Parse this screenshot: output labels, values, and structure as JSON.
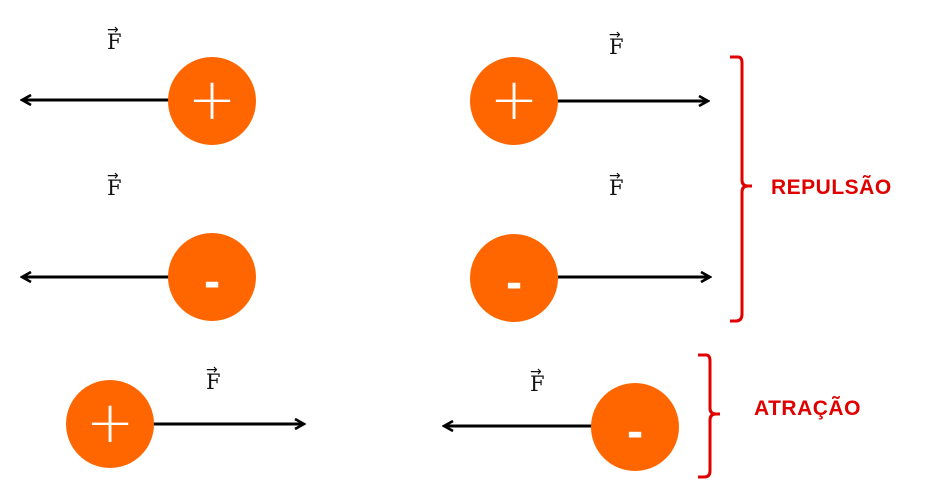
{
  "colors": {
    "charge": "#ff6600",
    "arrow": "#000000",
    "bracket": "#e00000"
  },
  "force_symbol": "F",
  "vector_mark": "⃗",
  "charges": [
    {
      "sign": "plus",
      "symbol": "+",
      "force": "F",
      "arrow": "left"
    },
    {
      "sign": "plus",
      "symbol": "+",
      "force": "F",
      "arrow": "right"
    },
    {
      "sign": "minus",
      "symbol": "-",
      "force": "F",
      "arrow": "left"
    },
    {
      "sign": "minus",
      "symbol": "-",
      "force": "F",
      "arrow": "right"
    },
    {
      "sign": "plus",
      "symbol": "+",
      "force": "F",
      "arrow": "right"
    },
    {
      "sign": "minus",
      "symbol": "-",
      "force": "F",
      "arrow": "left"
    }
  ],
  "groups": {
    "repulsion": "REPULSÃO",
    "attraction": "ATRAÇÃO"
  }
}
